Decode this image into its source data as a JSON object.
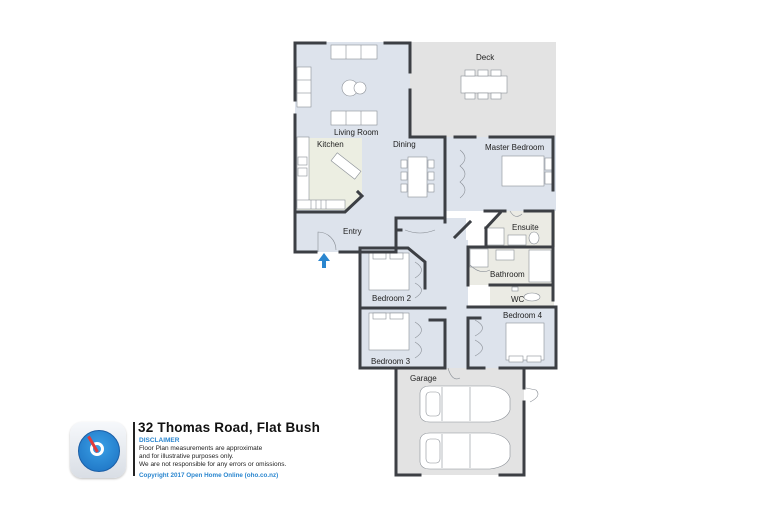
{
  "property": {
    "address": "32 Thomas Road, Flat Bush"
  },
  "disclaimer": {
    "heading": "DISCLAIMER",
    "lines": [
      "Floor Plan measurements are approximate",
      "and for illustrative purposes only.",
      "We are not responsible for any errors or omissions."
    ],
    "copyright": "Copyright  2017  Open Home Online (oho.co.nz)"
  },
  "logo": {
    "icon": "compass-icon"
  },
  "rooms": {
    "deck": "Deck",
    "living_room": "Living Room",
    "kitchen": "Kitchen",
    "dining": "Dining",
    "master_bedroom": "Master Bedroom",
    "ensuite": "Ensuite",
    "entry": "Entry",
    "bathroom": "Bathroom",
    "wc": "WC",
    "bedroom_2": "Bedroom 2",
    "bedroom_3": "Bedroom 3",
    "bedroom_4": "Bedroom 4",
    "garage": "Garage"
  },
  "entrance_marker": {
    "icon": "entrance-arrow-icon"
  },
  "colors": {
    "interior_floor": "#dde3ec",
    "deck_garage_floor": "#e3e3e3",
    "wet_area_floor": "#ebebe4",
    "kitchen_floor": "#eceee2",
    "walls": "#3c3f44",
    "arrow": "#2a86cf",
    "brand_blue": "#2a86cf"
  }
}
